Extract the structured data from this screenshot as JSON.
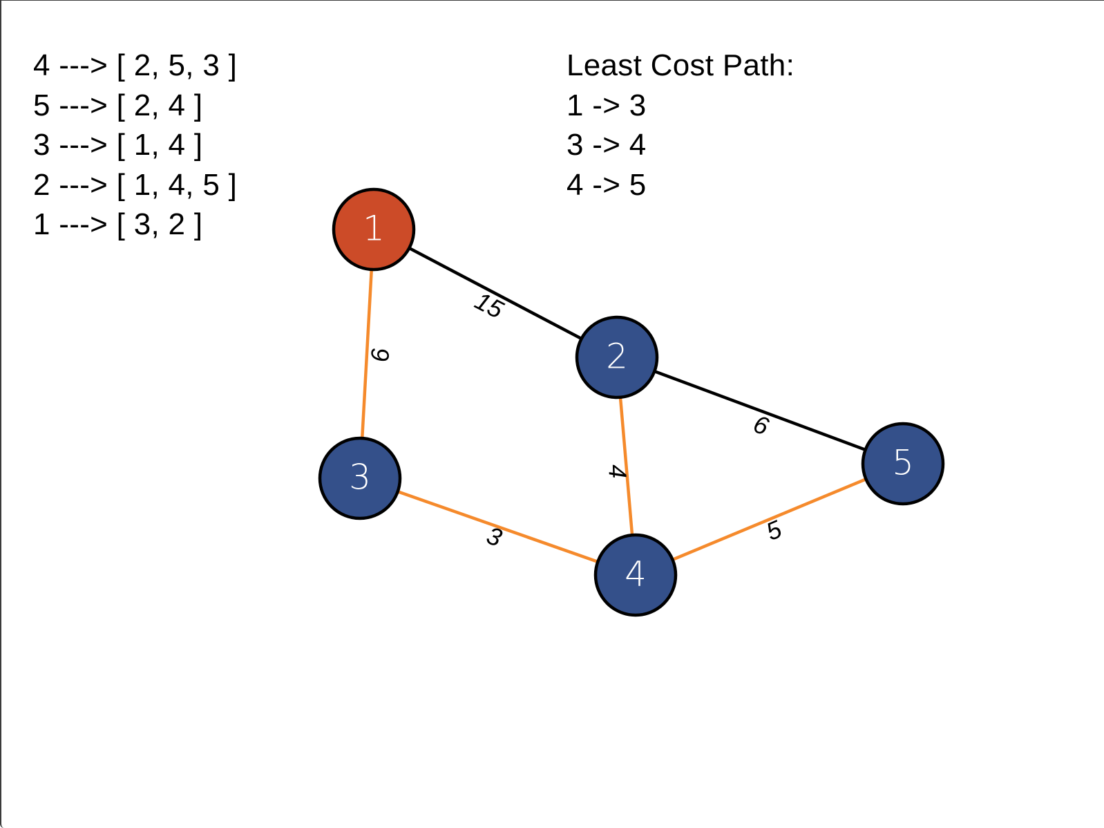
{
  "adjacency_list": [
    {
      "node": "4",
      "text": "4 ---> [ 2, 5, 3 ]"
    },
    {
      "node": "5",
      "text": "5 ---> [ 2, 4 ]"
    },
    {
      "node": "3",
      "text": "3 ---> [ 1, 4 ]"
    },
    {
      "node": "2",
      "text": "2 ---> [ 1, 4, 5 ]"
    },
    {
      "node": "1",
      "text": "1 ---> [ 3, 2 ]"
    }
  ],
  "least_cost_path": {
    "title": "Least Cost Path:",
    "steps": [
      "1 -> 3",
      "3 -> 4",
      "4 -> 5"
    ]
  },
  "graph": {
    "colors": {
      "source_node": "#cc4b28",
      "node": "#34508a",
      "path_edge": "#f58a2c",
      "edge": "#000000"
    },
    "source": "1",
    "nodes": [
      {
        "id": "1",
        "label": "1"
      },
      {
        "id": "2",
        "label": "2"
      },
      {
        "id": "3",
        "label": "3"
      },
      {
        "id": "4",
        "label": "4"
      },
      {
        "id": "5",
        "label": "5"
      }
    ],
    "edges": [
      {
        "from": "1",
        "to": "2",
        "weight": "15",
        "on_path": false
      },
      {
        "from": "1",
        "to": "3",
        "weight": "9",
        "on_path": true
      },
      {
        "from": "2",
        "to": "5",
        "weight": "6",
        "on_path": false
      },
      {
        "from": "2",
        "to": "4",
        "weight": "4",
        "on_path": true
      },
      {
        "from": "3",
        "to": "4",
        "weight": "3",
        "on_path": true
      },
      {
        "from": "4",
        "to": "5",
        "weight": "5",
        "on_path": true
      }
    ]
  }
}
